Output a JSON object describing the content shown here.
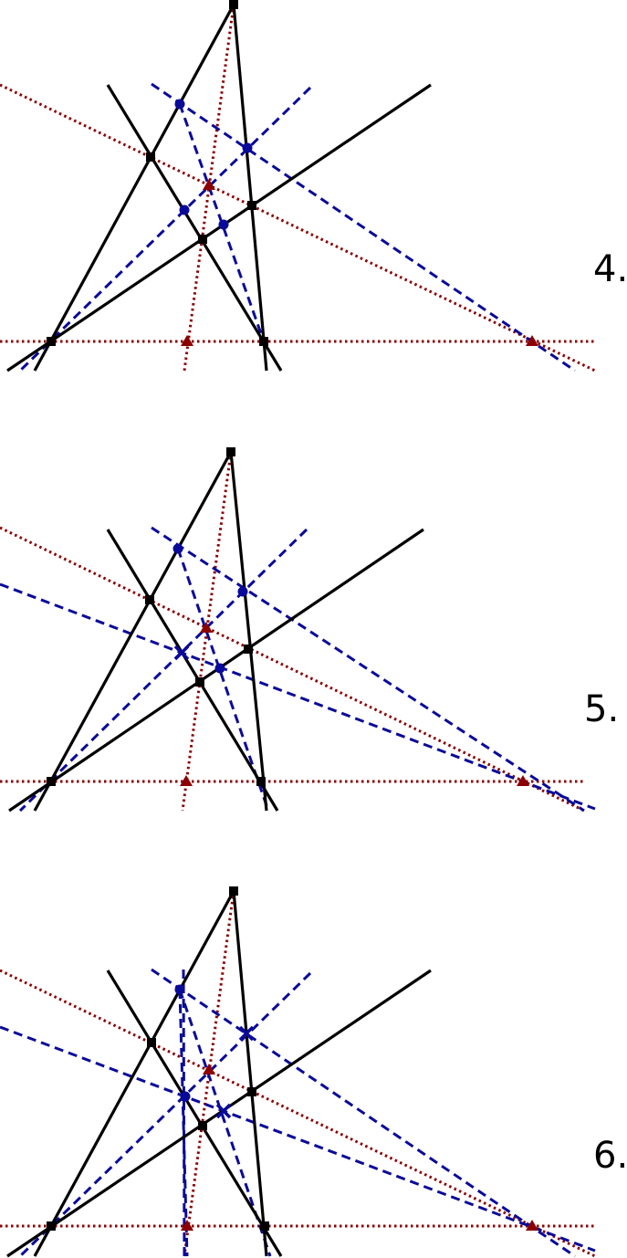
{
  "colors": {
    "solid": "#000000",
    "blue": "#0a0a9a",
    "red": "#8b0000"
  },
  "panels": [
    {
      "label": "4.",
      "squares": [
        [
          256,
          5
        ],
        [
          165,
          172
        ],
        [
          276,
          225
        ],
        [
          222,
          262
        ],
        [
          56,
          374
        ],
        [
          289,
          374
        ]
      ],
      "blue_points": [
        [
          197,
          114
        ],
        [
          271,
          162
        ],
        [
          202,
          230
        ],
        [
          245,
          246
        ]
      ],
      "blue_crosses": [],
      "red_triangles": [
        [
          229,
          203
        ],
        [
          205,
          374
        ],
        [
          583,
          374
        ]
      ],
      "solid_lines": [
        [
          256,
          5,
          38,
          406
        ],
        [
          256,
          5,
          292,
          406
        ],
        [
          118,
          93,
          308,
          406
        ],
        [
          472,
          93,
          8,
          406
        ]
      ],
      "blue_lines": [
        [
          166,
          92,
          630,
          406
        ],
        [
          340,
          96,
          22,
          406
        ],
        [
          197,
          114,
          289,
          374
        ]
      ],
      "red_lines": [
        [
          0,
          93,
          652,
          406
        ],
        [
          256,
          5,
          202,
          406
        ],
        [
          0,
          374,
          652,
          374
        ]
      ]
    },
    {
      "label": "5.",
      "squares": [
        [
          253,
          495
        ],
        [
          164,
          657
        ],
        [
          272,
          711
        ],
        [
          219,
          747
        ],
        [
          56,
          856
        ],
        [
          286,
          856
        ]
      ],
      "blue_points": [
        [
          195,
          601
        ],
        [
          266,
          648
        ],
        [
          241,
          732
        ]
      ],
      "blue_crosses": [
        [
          199,
          715
        ]
      ],
      "red_triangles": [
        [
          226,
          688
        ],
        [
          204,
          856
        ],
        [
          573,
          856
        ]
      ],
      "solid_lines": [
        [
          253,
          495,
          38,
          888
        ],
        [
          253,
          495,
          292,
          888
        ],
        [
          118,
          580,
          304,
          888
        ],
        [
          464,
          580,
          10,
          888
        ]
      ],
      "blue_lines": [
        [
          166,
          578,
          640,
          888
        ],
        [
          336,
          580,
          22,
          888
        ],
        [
          195,
          601,
          294,
          888
        ],
        [
          0,
          640,
          652,
          886
        ]
      ],
      "red_lines": [
        [
          0,
          578,
          640,
          888
        ],
        [
          253,
          495,
          200,
          888
        ],
        [
          0,
          856,
          640,
          856
        ]
      ]
    },
    {
      "label": "6.",
      "squares": [
        [
          256,
          976
        ],
        [
          166,
          1142
        ],
        [
          276,
          1196
        ],
        [
          222,
          1233
        ],
        [
          56,
          1343
        ],
        [
          290,
          1343
        ]
      ],
      "blue_points": [
        [
          197,
          1084
        ],
        [
          203,
          1201
        ]
      ],
      "blue_crosses": [
        [
          270,
          1132
        ],
        [
          245,
          1217
        ]
      ],
      "red_triangles": [
        [
          229,
          1172
        ],
        [
          205,
          1343
        ],
        [
          583,
          1343
        ]
      ],
      "solid_lines": [
        [
          256,
          976,
          38,
          1376
        ],
        [
          256,
          976,
          292,
          1376
        ],
        [
          118,
          1063,
          308,
          1376
        ],
        [
          472,
          1063,
          8,
          1376
        ]
      ],
      "blue_lines": [
        [
          166,
          1062,
          630,
          1376
        ],
        [
          340,
          1066,
          22,
          1376
        ],
        [
          197,
          1084,
          296,
          1376
        ],
        [
          0,
          1125,
          652,
          1370
        ],
        [
          201,
          1062,
          202,
          1376
        ],
        [
          197,
          1084,
          205,
          1376
        ]
      ],
      "red_lines": [
        [
          0,
          1063,
          652,
          1376
        ],
        [
          256,
          976,
          202,
          1376
        ],
        [
          0,
          1343,
          652,
          1343
        ]
      ]
    }
  ]
}
